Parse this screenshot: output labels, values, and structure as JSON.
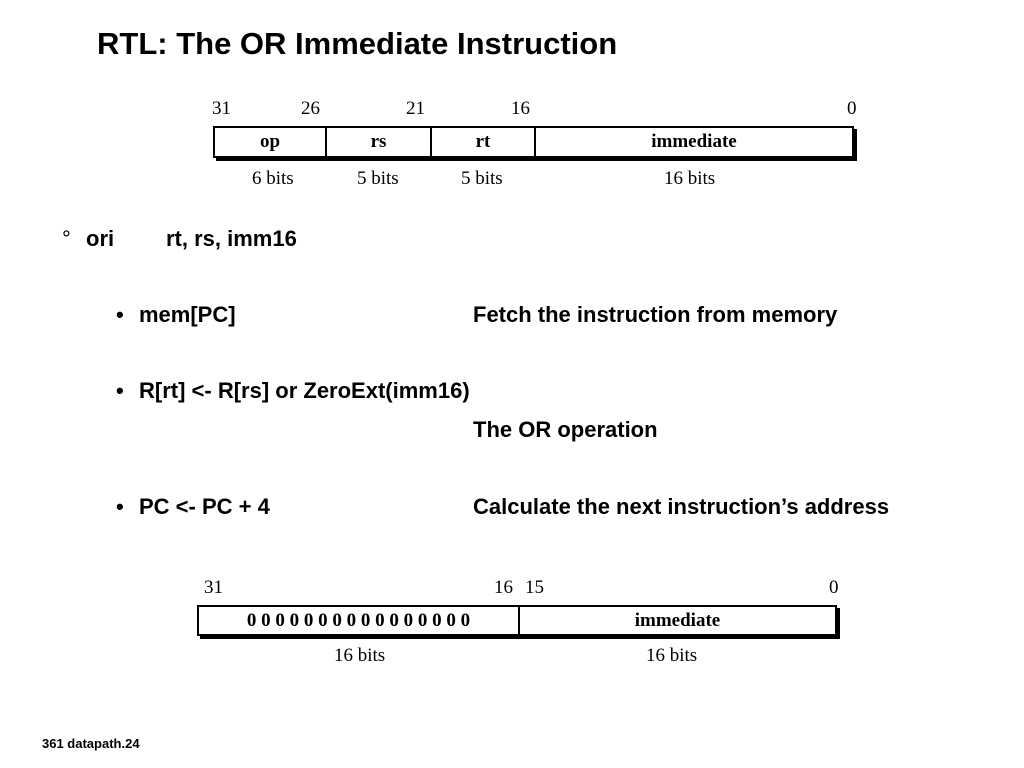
{
  "title": "RTL: The OR Immediate Instruction",
  "format1": {
    "bit_labels": [
      "31",
      "26",
      "21",
      "16",
      "0"
    ],
    "fields": [
      "op",
      "rs",
      "rt",
      "immediate"
    ],
    "widths": [
      "6 bits",
      "5 bits",
      "5 bits",
      "16 bits"
    ]
  },
  "instruction": {
    "bullet": "°",
    "mnemonic": "ori",
    "operands": "rt, rs, imm16"
  },
  "steps": [
    {
      "bullet": "•",
      "rtl": "mem[PC]",
      "desc": "Fetch the instruction from memory"
    },
    {
      "bullet": "•",
      "rtl": "R[rt] <- R[rs] or ZeroExt(imm16)",
      "desc": "The OR operation"
    },
    {
      "bullet": "•",
      "rtl": "PC <- PC + 4",
      "desc": "Calculate the next instruction’s  address"
    }
  ],
  "format2": {
    "bit_labels": [
      "31",
      "16",
      "15",
      "0"
    ],
    "fields": [
      "0 0 0 0 0 0 0 0 0 0 0 0 0 0 0 0",
      "immediate"
    ],
    "widths": [
      "16 bits",
      "16 bits"
    ]
  },
  "footer": "361 datapath.24"
}
